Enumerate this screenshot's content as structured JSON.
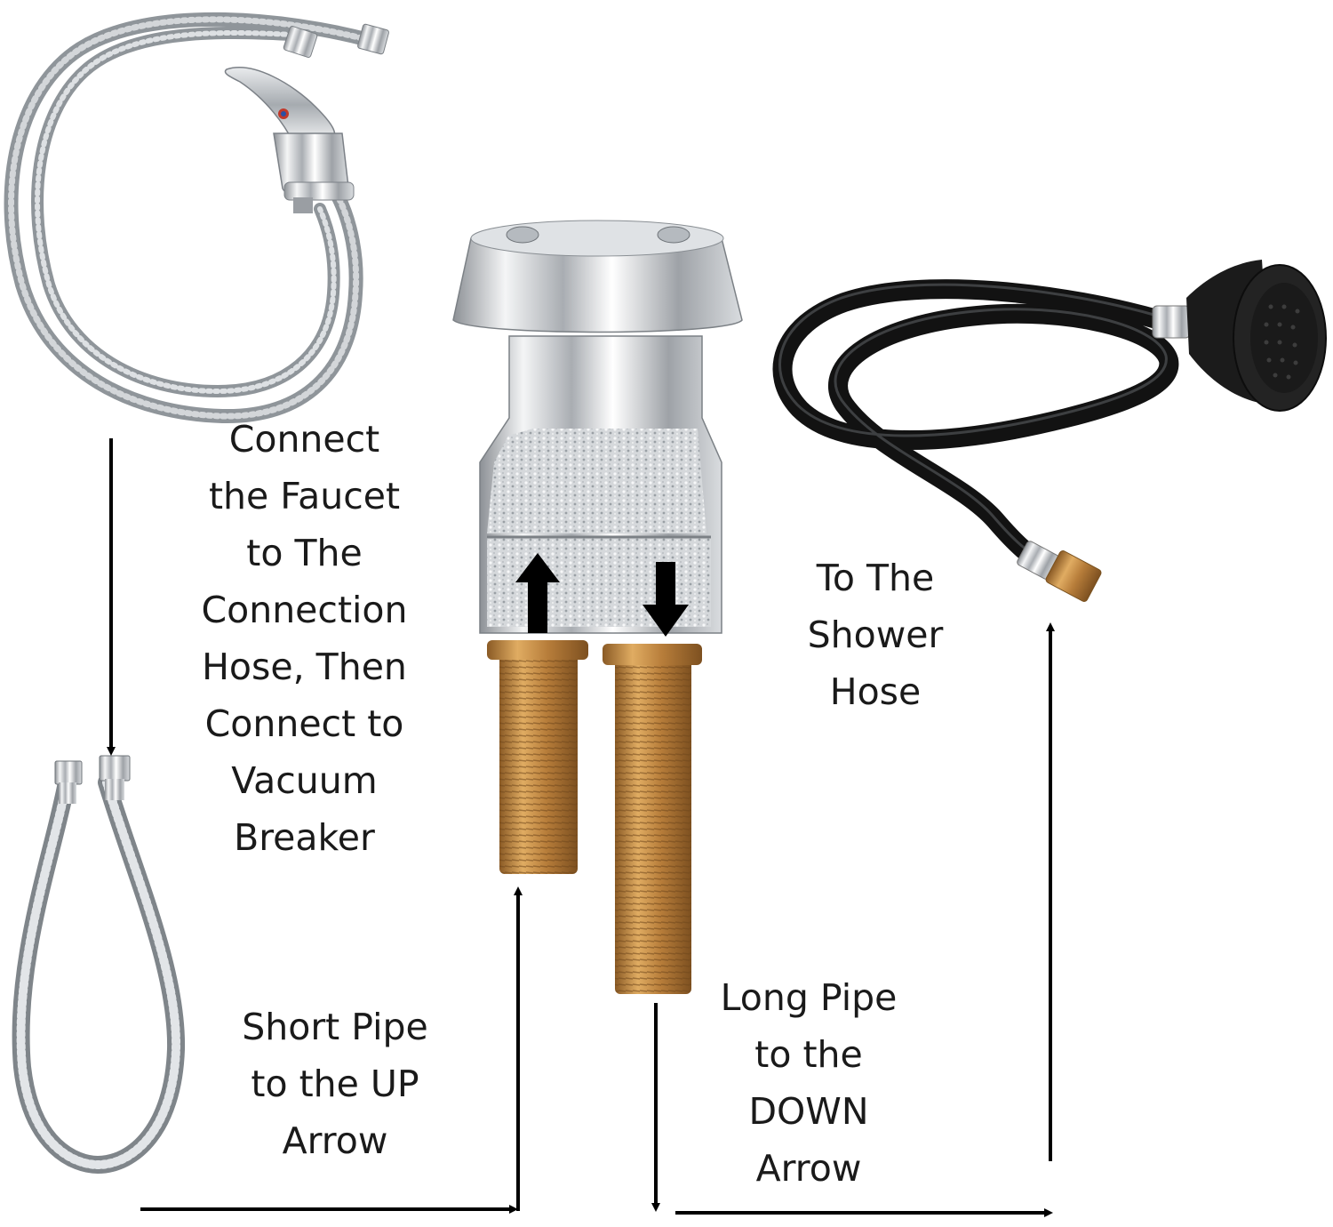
{
  "labels": {
    "faucet_instruction": [
      "Connect",
      "the Faucet",
      "to The",
      "Connection",
      "Hose, Then",
      "Connect to",
      "Vacuum",
      "Breaker"
    ],
    "shower_instruction": [
      "To The",
      "Shower",
      "Hose"
    ],
    "short_pipe_instruction": [
      "Short Pipe",
      "to the UP",
      "Arrow"
    ],
    "long_pipe_instruction": [
      "Long Pipe",
      "to the",
      "DOWN",
      "Arrow"
    ]
  },
  "colors": {
    "arrow": "#000000",
    "chrome": "#c9ccd0",
    "brass": "#c08a45",
    "hose_black": "#151515",
    "braided": "#9da3a8"
  }
}
